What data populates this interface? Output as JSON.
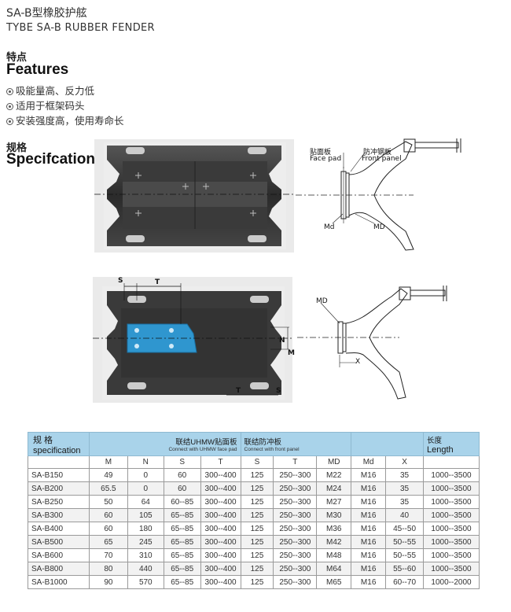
{
  "header": {
    "title_cn": "SA-B型橡胶护舷",
    "title_en": "TYBE SA-B RUBBER FENDER"
  },
  "features": {
    "heading_cn": "特点",
    "heading_en": "Features",
    "items": [
      "吸能量高、反力低",
      "适用于框架码头",
      "安装强度高，使用寿命长"
    ]
  },
  "specification": {
    "heading_cn": "规格",
    "heading_en": "Specifcation"
  },
  "drawing": {
    "label_face_pad_cn": "贴面板",
    "label_face_pad_en": "Face pad",
    "label_front_panel_cn": "防冲钢板",
    "label_front_panel_en": "Front panel",
    "label_md_small": "Md",
    "label_md": "MD",
    "label_md_side": "MD",
    "dim_s": "S",
    "dim_t": "T",
    "dim_n": "N",
    "dim_m": "M",
    "dim_x": "X"
  },
  "table": {
    "col_spec_cn": "规 格",
    "col_spec_en": "specification",
    "group_uhmw_cn": "联结UHMW贴面板",
    "group_uhmw_en": "Connect with UHMW face pad",
    "group_front_cn": "联结防冲板",
    "group_front_en": "Connect with front panel",
    "col_length_cn": "长度",
    "col_length_en": "Length",
    "sub_headers": [
      "M",
      "N",
      "S",
      "T",
      "S",
      "T",
      "MD",
      "Md",
      "X"
    ],
    "rows": [
      [
        "SA-B150",
        "49",
        "0",
        "60",
        "300--400",
        "125",
        "250--300",
        "M22",
        "M16",
        "35",
        "1000--3500"
      ],
      [
        "SA-B200",
        "65.5",
        "0",
        "60",
        "300--400",
        "125",
        "250--300",
        "M24",
        "M16",
        "35",
        "1000--3500"
      ],
      [
        "SA-B250",
        "50",
        "64",
        "60--85",
        "300--400",
        "125",
        "250--300",
        "M27",
        "M16",
        "35",
        "1000--3500"
      ],
      [
        "SA-B300",
        "60",
        "105",
        "65--85",
        "300--400",
        "125",
        "250--300",
        "M30",
        "M16",
        "40",
        "1000--3500"
      ],
      [
        "SA-B400",
        "60",
        "180",
        "65--85",
        "300--400",
        "125",
        "250--300",
        "M36",
        "M16",
        "45--50",
        "1000--3500"
      ],
      [
        "SA-B500",
        "65",
        "245",
        "65--85",
        "300--400",
        "125",
        "250--300",
        "M42",
        "M16",
        "50--55",
        "1000--3500"
      ],
      [
        "SA-B600",
        "70",
        "310",
        "65--85",
        "300--400",
        "125",
        "250--300",
        "M48",
        "M16",
        "50--55",
        "1000--3500"
      ],
      [
        "SA-B800",
        "80",
        "440",
        "65--85",
        "300--400",
        "125",
        "250--300",
        "M64",
        "M16",
        "55--60",
        "1000--3500"
      ],
      [
        "SA-B1000",
        "90",
        "570",
        "65--85",
        "300--400",
        "125",
        "250--300",
        "M65",
        "M16",
        "60--70",
        "1000--2000"
      ]
    ]
  },
  "colors": {
    "header_bg": "#a9d3ea",
    "rubber": "#3a3a3a",
    "face_pad": "#2f96cf"
  }
}
